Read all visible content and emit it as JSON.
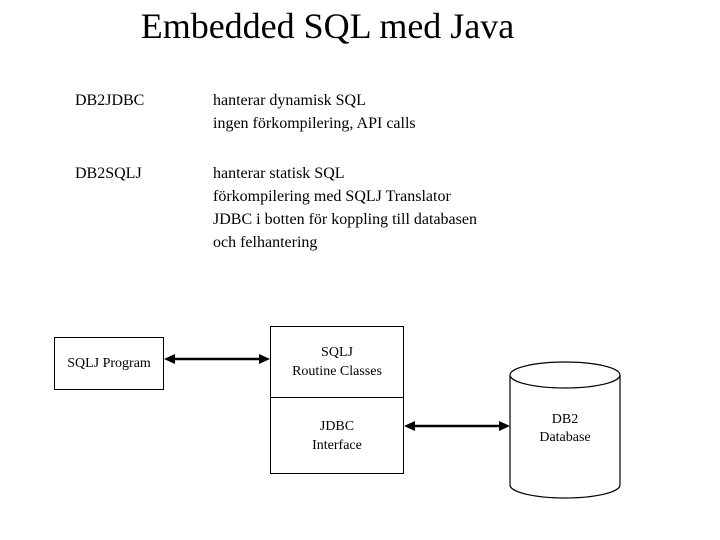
{
  "slide": {
    "title": "Embedded SQL med Java",
    "background_color": "#ffffff",
    "line_color": "#000000",
    "text_color": "#000000"
  },
  "definitions": [
    {
      "term": "DB2JDBC",
      "lines": [
        "hanterar dynamisk SQL",
        "ingen förkompilering, API calls"
      ]
    },
    {
      "term": "DB2SQLJ",
      "lines": [
        "hanterar statisk SQL",
        "förkompilering med SQLJ Translator",
        "JDBC i botten för koppling till databasen",
        "och felhantering"
      ]
    }
  ],
  "diagram": {
    "program_box": {
      "label": "SQLJ Program"
    },
    "middle_box": {
      "top_lines": [
        "SQLJ",
        "Routine Classes"
      ],
      "bottom_lines": [
        "JDBC",
        "Interface"
      ]
    },
    "database": {
      "lines": [
        "DB2",
        "Database"
      ]
    },
    "arrows": [
      {
        "name": "program-to-routine-classes",
        "type": "double-headed"
      },
      {
        "name": "jdbc-to-database",
        "type": "double-headed"
      }
    ]
  }
}
